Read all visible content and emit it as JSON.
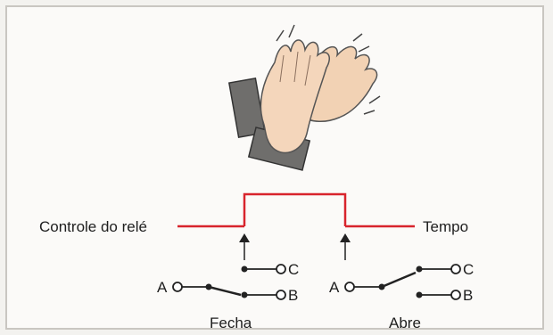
{
  "labels": {
    "signal_left": "Controle do relé",
    "signal_right": "Tempo",
    "switch_close": "Fecha",
    "switch_open": "Abre",
    "terminal_a": "A",
    "terminal_b": "B",
    "terminal_c": "C"
  },
  "colors": {
    "signal": "#d8242c",
    "hand": "#f2d2b4",
    "block": "#6f6e6c",
    "line": "#222222"
  },
  "icons": {
    "hands": "clapping-hands-icon"
  }
}
